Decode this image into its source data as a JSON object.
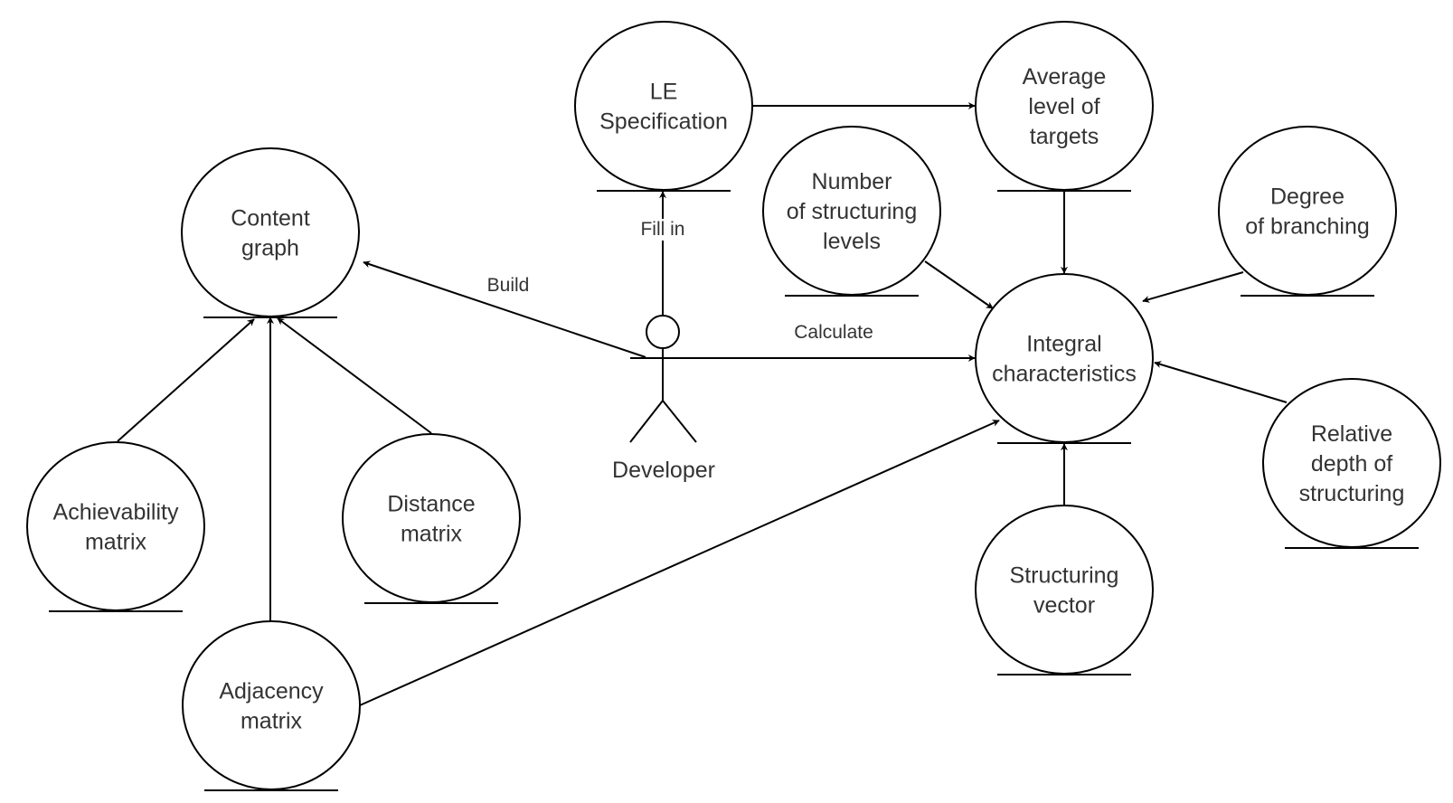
{
  "diagram": {
    "type": "use-case / entity diagram",
    "actor": {
      "id": "developer",
      "label": "Developer"
    },
    "nodes": [
      {
        "id": "content-graph",
        "lines": [
          "Content",
          "graph"
        ]
      },
      {
        "id": "le-specification",
        "lines": [
          "LE",
          "Specification"
        ]
      },
      {
        "id": "average-level",
        "lines": [
          "Average",
          "level of",
          "targets"
        ]
      },
      {
        "id": "number-levels",
        "lines": [
          "Number",
          "of structuring",
          "levels"
        ]
      },
      {
        "id": "degree-branching",
        "lines": [
          "Degree",
          "of branching"
        ]
      },
      {
        "id": "integral-characteristics",
        "lines": [
          "Integral",
          "characteristics"
        ]
      },
      {
        "id": "relative-depth",
        "lines": [
          "Relative",
          "depth of",
          "structuring"
        ]
      },
      {
        "id": "structuring-vector",
        "lines": [
          "Structuring",
          "vector"
        ]
      },
      {
        "id": "achievability-matrix",
        "lines": [
          "Achievability",
          "matrix"
        ]
      },
      {
        "id": "distance-matrix",
        "lines": [
          "Distance",
          "matrix"
        ]
      },
      {
        "id": "adjacency-matrix",
        "lines": [
          "Adjacency",
          "matrix"
        ]
      }
    ],
    "edges": [
      {
        "from": "developer",
        "to": "content-graph",
        "label": "Build"
      },
      {
        "from": "developer",
        "to": "le-specification",
        "label": "Fill in"
      },
      {
        "from": "developer",
        "to": "integral-characteristics",
        "label": "Calculate"
      },
      {
        "from": "le-specification",
        "to": "average-level",
        "label": ""
      },
      {
        "from": "average-level",
        "to": "integral-characteristics",
        "label": ""
      },
      {
        "from": "number-levels",
        "to": "integral-characteristics",
        "label": ""
      },
      {
        "from": "degree-branching",
        "to": "integral-characteristics",
        "label": ""
      },
      {
        "from": "relative-depth",
        "to": "integral-characteristics",
        "label": ""
      },
      {
        "from": "structuring-vector",
        "to": "integral-characteristics",
        "label": ""
      },
      {
        "from": "adjacency-matrix",
        "to": "integral-characteristics",
        "label": ""
      },
      {
        "from": "achievability-matrix",
        "to": "content-graph",
        "label": ""
      },
      {
        "from": "adjacency-matrix",
        "to": "content-graph",
        "label": ""
      },
      {
        "from": "distance-matrix",
        "to": "content-graph",
        "label": ""
      }
    ],
    "colors": {
      "stroke": "#000000",
      "text": "#333333",
      "background": "#ffffff"
    }
  }
}
